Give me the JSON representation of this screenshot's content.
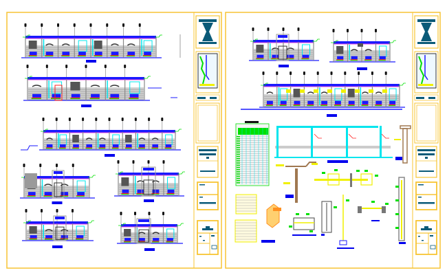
{
  "drawing": {
    "sheets": [
      {
        "id": "left-sheet",
        "content": "building-elevations"
      },
      {
        "id": "right-sheet",
        "content": "elevations-and-construction-details"
      }
    ],
    "colors": {
      "sheet_border": "#f7c433",
      "outline": "#1a1aff",
      "cyan": "#00e5ee",
      "magenta": "#d000d0",
      "green": "#00e000",
      "red": "#ff2020",
      "yellow": "#f0f000",
      "grey_fill": "#9a9a9a",
      "detail_brown": "#a07850",
      "orange": "#ff9020",
      "titleblock_teal": "#0a5a78",
      "label_blue": "#0000ee"
    },
    "icons": [
      "hourglass-logo-icon",
      "location-map-icon",
      "column-marker-icon"
    ]
  }
}
